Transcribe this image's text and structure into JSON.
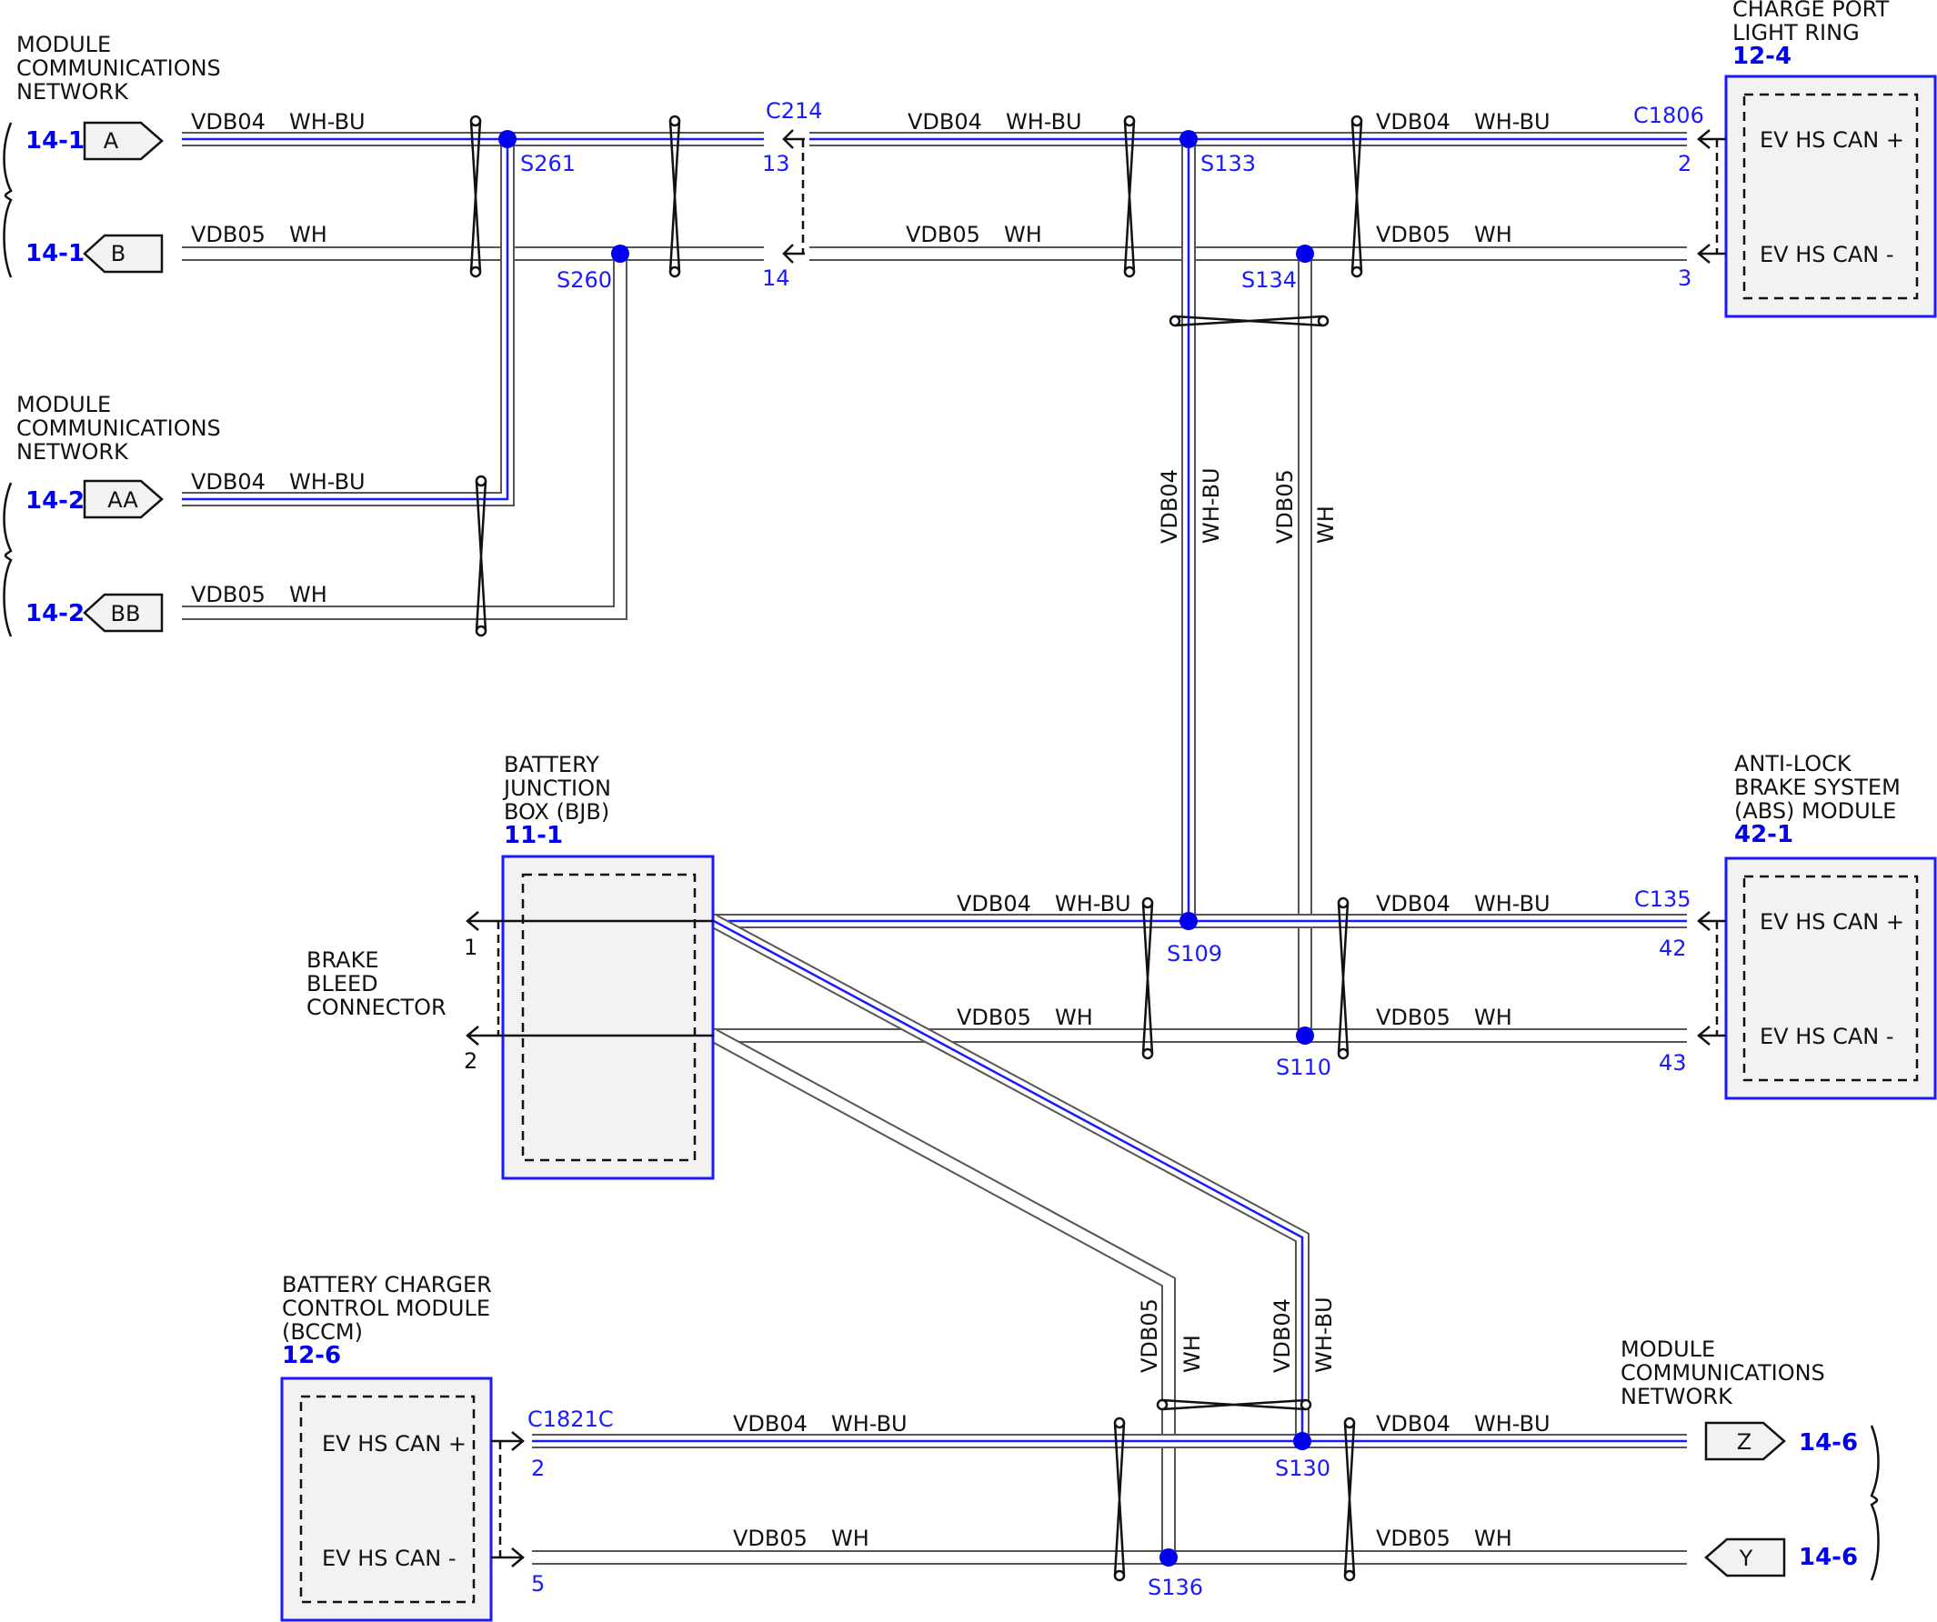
{
  "module_comm_1": {
    "line1": "MODULE",
    "line2": "COMMUNICATIONS",
    "line3": "NETWORK"
  },
  "module_comm_2": {
    "line1": "MODULE",
    "line2": "COMMUNICATIONS",
    "line3": "NETWORK"
  },
  "module_comm_3": {
    "line1": "MODULE",
    "line2": "COMMUNICATIONS",
    "line3": "NETWORK"
  },
  "charge_port": {
    "line1": "CHARGE PORT",
    "line2": "LIGHT RING",
    "section": "12-4",
    "pin_plus": "EV HS CAN +",
    "pin_minus": "EV HS CAN -",
    "connector": "C1806",
    "pin_plus_no": "2",
    "pin_minus_no": "3"
  },
  "abs": {
    "line1": "ANTI-LOCK",
    "line2": "BRAKE SYSTEM",
    "line3": "(ABS) MODULE",
    "section": "42-1",
    "pin_plus": "EV HS CAN +",
    "pin_minus": "EV HS CAN -",
    "connector": "C135",
    "pin_plus_no": "42",
    "pin_minus_no": "43"
  },
  "bjb": {
    "line1": "BATTERY",
    "line2": "JUNCTION",
    "line3": "BOX (BJB)",
    "section": "11-1"
  },
  "brake_bleed": {
    "line1": "BRAKE",
    "line2": "BLEED",
    "line3": "CONNECTOR",
    "pin1": "1",
    "pin2": "2"
  },
  "bccm": {
    "line1": "BATTERY CHARGER",
    "line2": "CONTROL MODULE",
    "line3": "(BCCM)",
    "section": "12-6",
    "pin_plus": "EV HS CAN +",
    "pin_minus": "EV HS CAN -",
    "connector": "C1821C",
    "pin_plus_no": "2",
    "pin_minus_no": "5"
  },
  "c214": {
    "connector": "C214",
    "pin13": "13",
    "pin14": "14"
  },
  "offpage": {
    "a": {
      "label": "A",
      "ref": "14-1"
    },
    "b": {
      "label": "B",
      "ref": "14-1"
    },
    "aa": {
      "label": "AA",
      "ref": "14-2"
    },
    "bb": {
      "label": "BB",
      "ref": "14-2"
    },
    "z": {
      "label": "Z",
      "ref": "14-6"
    },
    "y": {
      "label": "Y",
      "ref": "14-6"
    }
  },
  "splices": {
    "s261": "S261",
    "s260": "S260",
    "s133": "S133",
    "s134": "S134",
    "s109": "S109",
    "s110": "S110",
    "s130": "S130",
    "s136": "S136"
  },
  "wires": {
    "can_high_circuit": "VDB04",
    "can_high_color": "WH-BU",
    "can_low_circuit": "VDB05",
    "can_low_color": "WH"
  },
  "colors": {
    "accent": "#0000ee",
    "wire_blue": "#1a1aff",
    "box_fill": "#f2f2f2"
  }
}
